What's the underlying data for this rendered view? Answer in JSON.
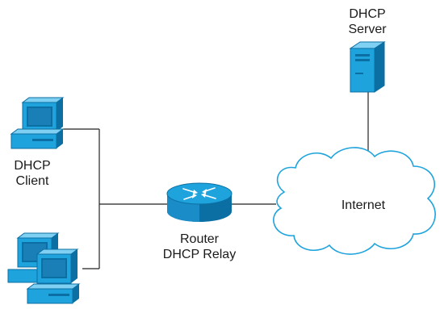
{
  "nodes": {
    "dhcp_server": {
      "label_line1": "DHCP",
      "label_line2": "Server",
      "icon": "server-tower-icon"
    },
    "dhcp_client": {
      "label_line1": "DHCP",
      "label_line2": "Client",
      "icon": "desktop-computer-icon"
    },
    "client_group": {
      "icon": "multiple-computers-icon"
    },
    "router": {
      "label_line1": "Router",
      "label_line2": "DHCP Relay",
      "icon": "router-icon"
    },
    "internet": {
      "label": "Internet",
      "icon": "cloud-icon"
    }
  },
  "colors": {
    "device_fill": "#1fa3dc",
    "device_dark": "#0b6fa3",
    "device_light": "#7fd0f2",
    "line": "#222222",
    "cloud_fill": "#ffffff",
    "cloud_stroke": "#1fa3dc",
    "text": "#1a1a1a"
  }
}
